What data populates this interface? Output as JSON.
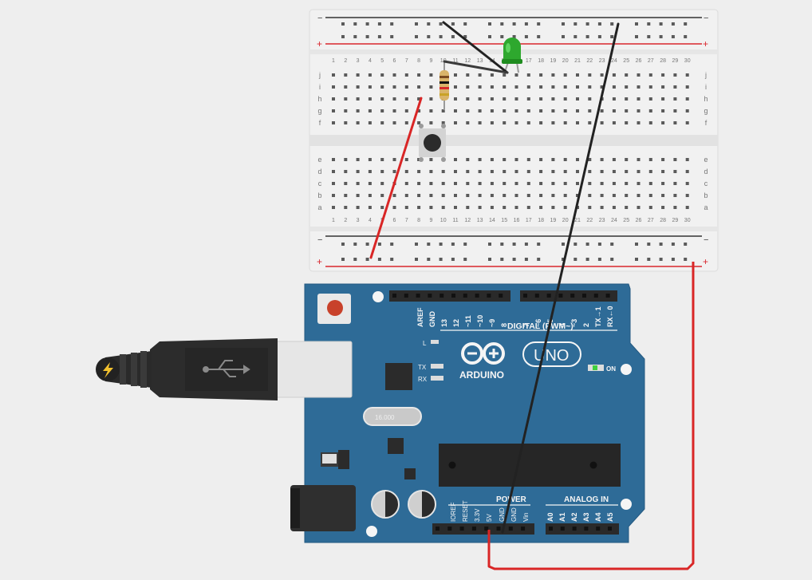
{
  "breadboard": {
    "rail_minus": "−",
    "rail_plus": "+",
    "top_rows": [
      "j",
      "i",
      "h",
      "g",
      "f"
    ],
    "bottom_rows": [
      "e",
      "d",
      "c",
      "b",
      "a"
    ],
    "columns": [
      "1",
      "2",
      "3",
      "4",
      "5",
      "6",
      "7",
      "8",
      "9",
      "10",
      "11",
      "12",
      "13",
      "14",
      "15",
      "16",
      "17",
      "18",
      "19",
      "20",
      "21",
      "22",
      "23",
      "24",
      "25",
      "26",
      "27",
      "28",
      "29",
      "30"
    ]
  },
  "arduino": {
    "brand": "ARDUINO",
    "model": "UNO",
    "on_label": "ON",
    "digital_label": "DIGITAL (PWM~)",
    "power_label": "POWER",
    "analog_label": "ANALOG IN",
    "led_l": "L",
    "led_tx": "TX",
    "led_rx": "RX",
    "digital_pins": [
      "AREF",
      "GND",
      "13",
      "12",
      "~11",
      "~10",
      "~9",
      "8",
      "7",
      "~6",
      "~5",
      "4",
      "~3",
      "2",
      "TX→1",
      "RX←0"
    ],
    "power_pins": [
      "IOREF",
      "RESET",
      "3.3V",
      "5V",
      "GND",
      "GND",
      "Vin"
    ],
    "analog_pins": [
      "A0",
      "A1",
      "A2",
      "A3",
      "A4",
      "A5"
    ]
  },
  "colors": {
    "board": "#2e6b97",
    "board_dark": "#245a82",
    "breadboard": "#f1f1f1",
    "rail_red": "#d9272e",
    "rail_dark": "#333333",
    "wire_red": "#d92626",
    "wire_black": "#222222",
    "led_green": "#2ea82e"
  }
}
